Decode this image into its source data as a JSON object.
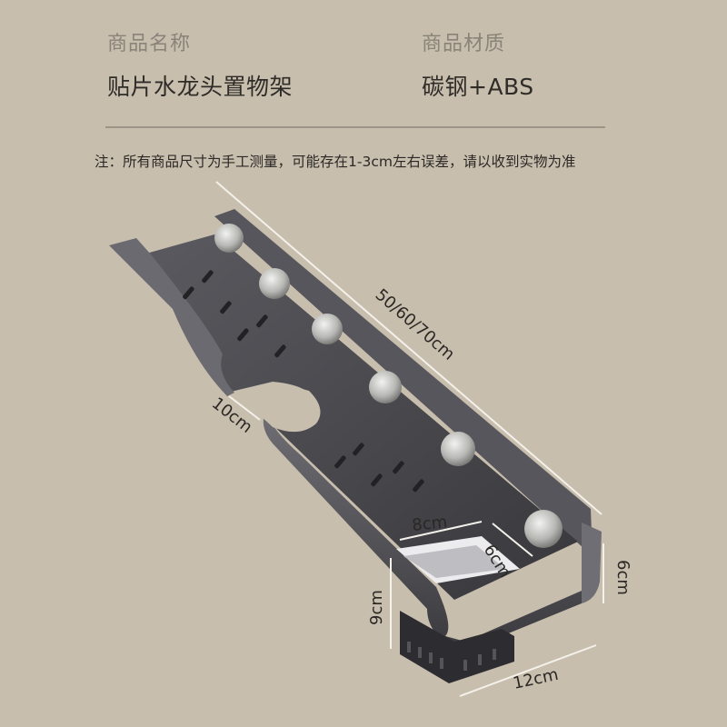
{
  "spec": {
    "name_label": "商品名称",
    "name_value": "贴片水龙头置物架",
    "material_label": "商品材质",
    "material_value": "碳钢+ABS"
  },
  "note": "注：所有商品尺寸为手工测量，可能存在1-3cm左右误差，请以收到实物为准",
  "dimensions": {
    "length": "50/60/70cm",
    "hole": "10cm",
    "cup_width": "8cm",
    "cup_depth": "6cm",
    "cup_height": "9cm",
    "side_height": "6cm",
    "bottom_width": "12cm"
  },
  "colors": {
    "background": "#c8beae",
    "metal": "#45454a",
    "metal_light": "#8e8e94"
  }
}
